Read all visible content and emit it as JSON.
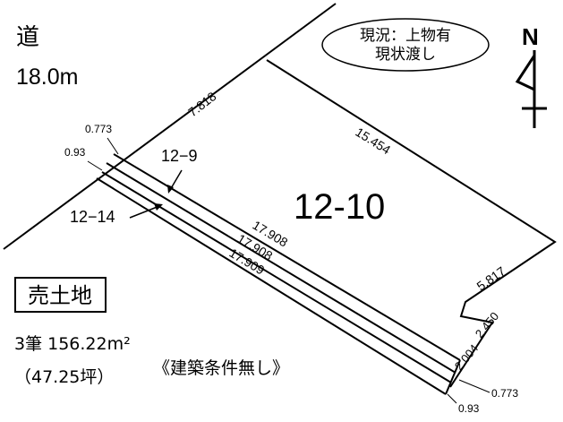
{
  "road": {
    "label": "道",
    "width": "18.0m"
  },
  "status_note": {
    "line1": "現況：上物有",
    "line2": "現状渡し"
  },
  "north_arrow": {
    "letter": "N"
  },
  "lots": {
    "main": "12-10",
    "lot_12_9": "12−9",
    "lot_12_14": "12−14"
  },
  "dimensions": {
    "top_left_edge": "7.818",
    "top_right_edge": "15.454",
    "right_edge": "5.817",
    "step_edge": "2.450",
    "bottom_edge": "2.004",
    "strip_1": "17.908",
    "strip_2": "17.908",
    "strip_3": "17.909",
    "left_top_width": "0.773",
    "left_bottom_width": "0.93",
    "right_top_width": "0.773",
    "right_bottom_width": "0.93"
  },
  "sale": {
    "badge": "売土地",
    "area": "3筆 156.22m²",
    "tsubo": "（47.25坪）",
    "conditions": "《建築条件無し》"
  }
}
